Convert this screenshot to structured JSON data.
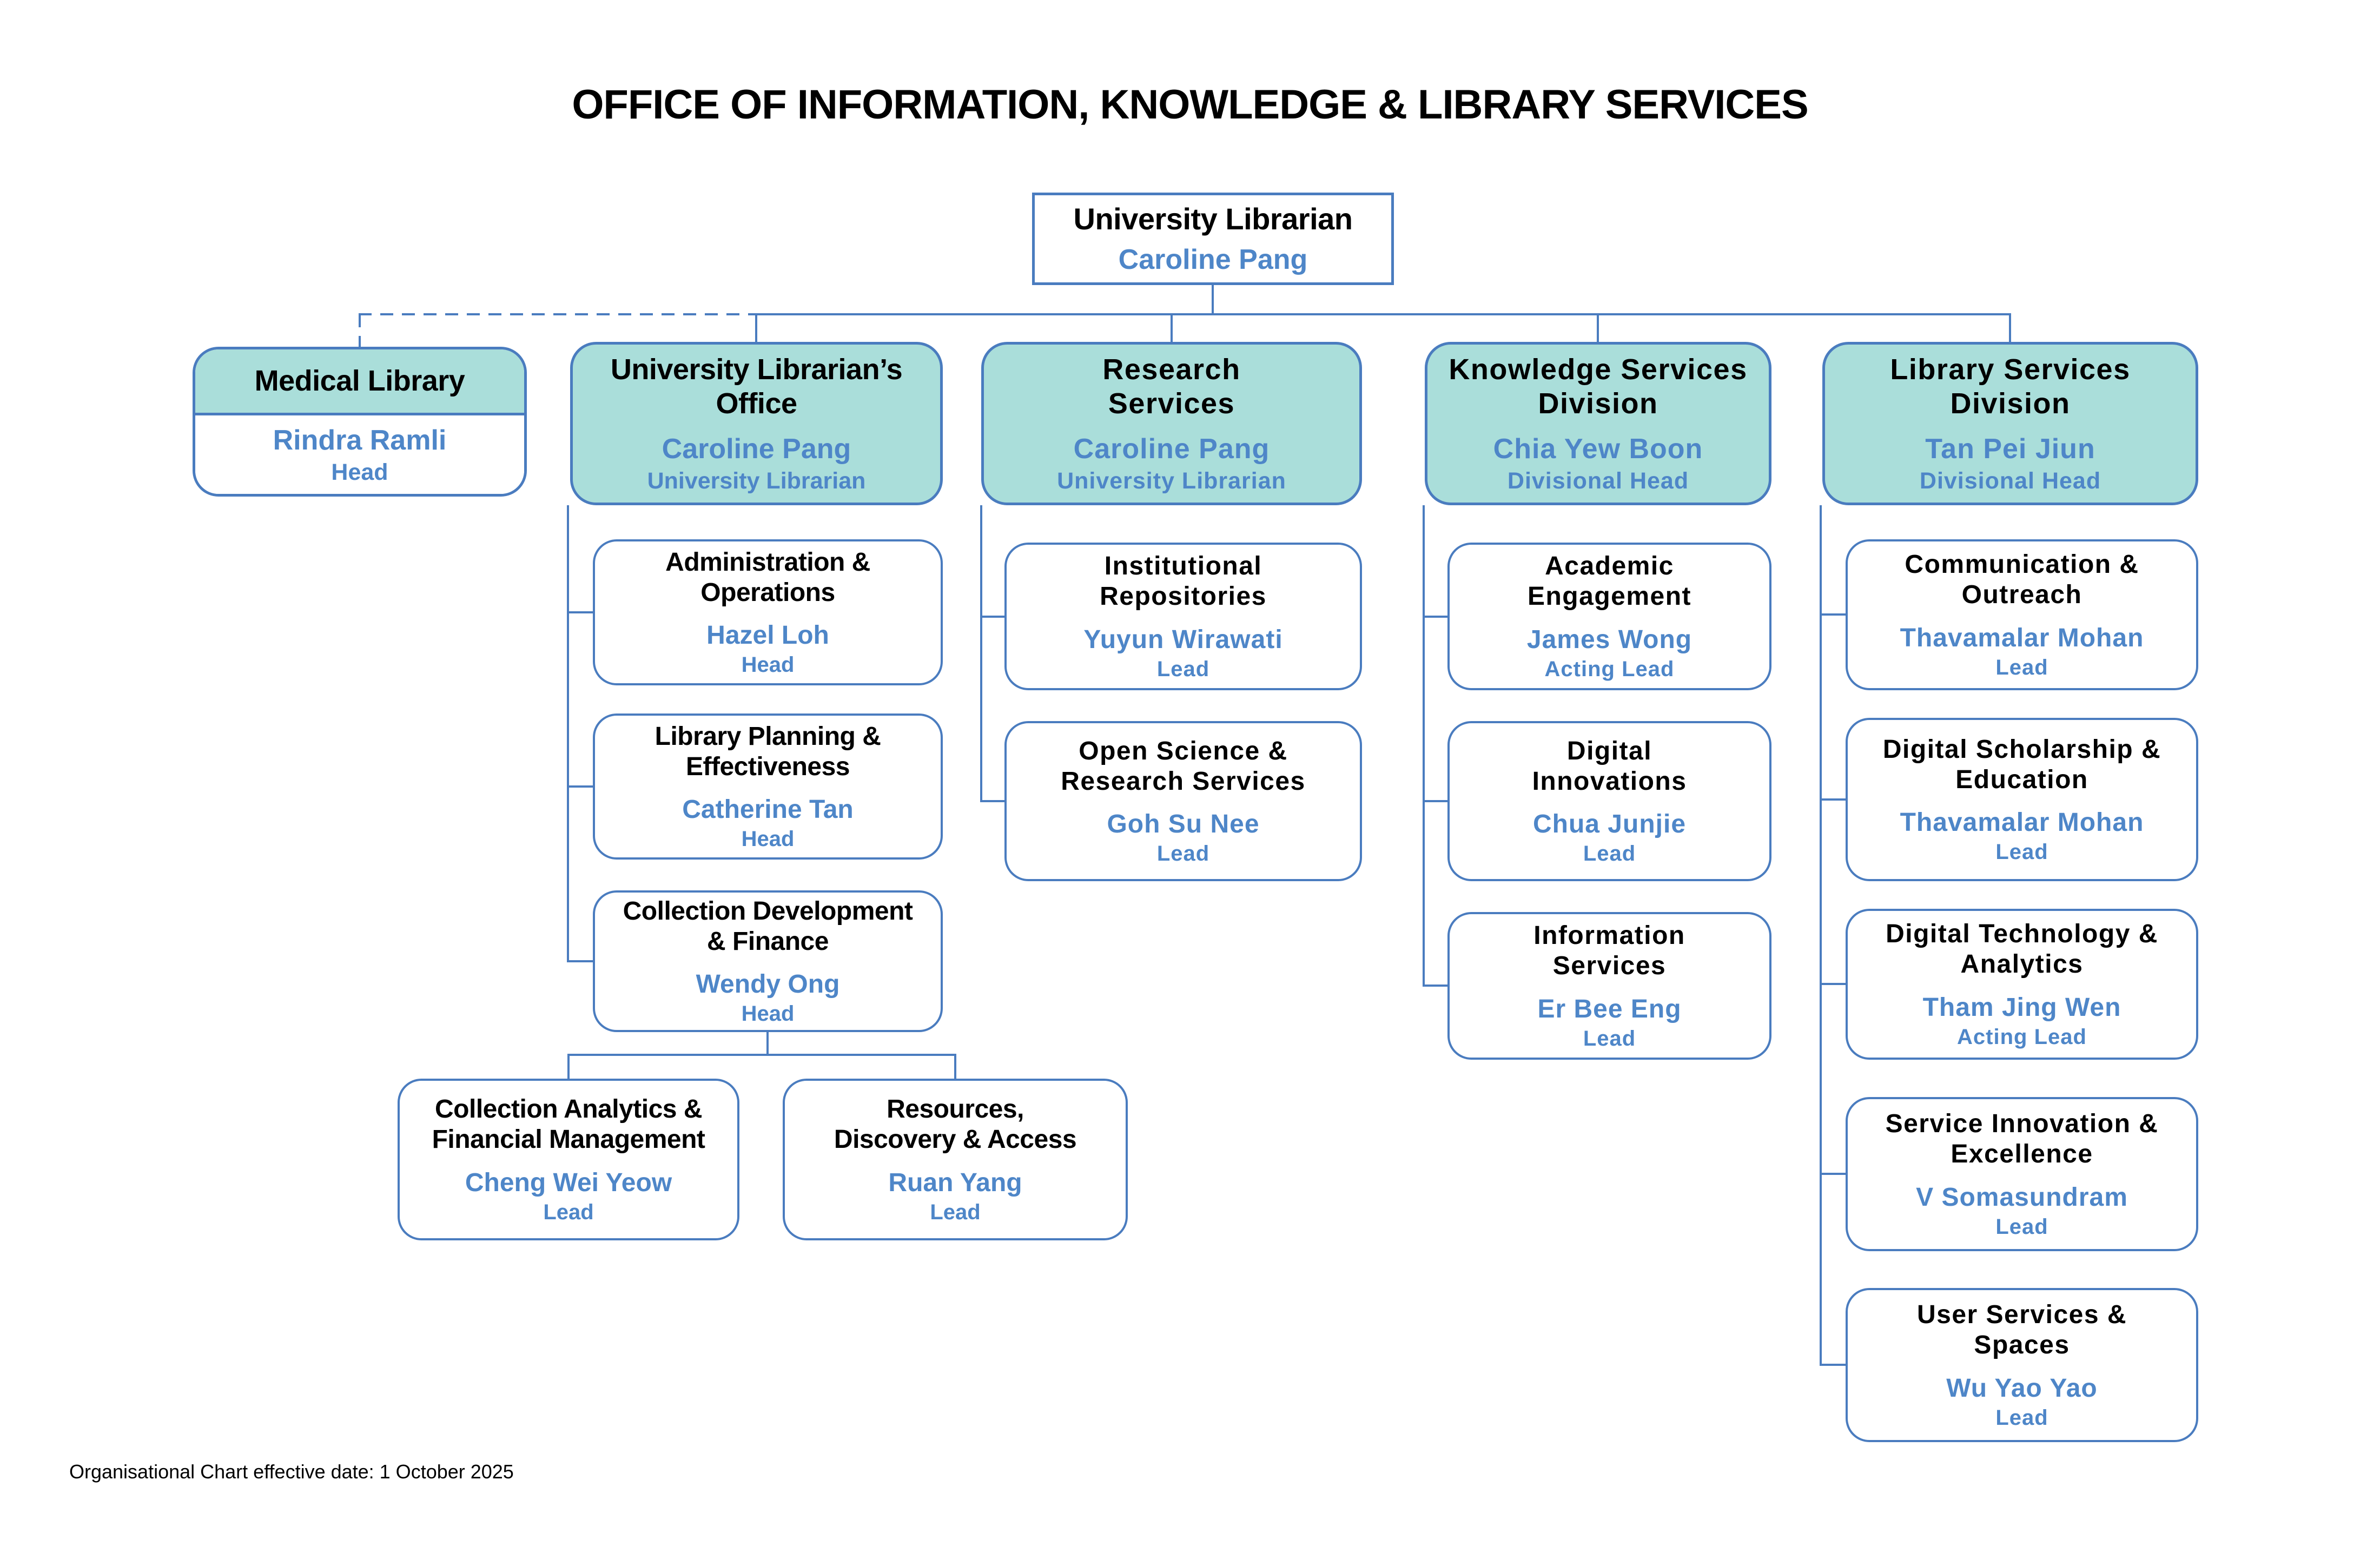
{
  "page": {
    "title": "OFFICE OF INFORMATION, KNOWLEDGE & LIBRARY SERVICES",
    "footnote": "Organisational Chart effective date: 1 October 2025"
  },
  "colors": {
    "teal_fill": "#AADEDA",
    "line_blue": "#4A7CBF",
    "text_blue": "#4E86C8",
    "text_black": "#000000"
  },
  "org": {
    "root": {
      "title_lines": [
        "University Librarian"
      ],
      "name": "Caroline Pang"
    },
    "medical_library": {
      "title_lines": [
        "Medical Library"
      ],
      "name": "Rindra Ramli",
      "role": "Head"
    },
    "columns": [
      {
        "header": {
          "title_lines": [
            "University Librarian’s",
            "Office"
          ],
          "name": "Caroline Pang",
          "role": "University Librarian"
        },
        "children": [
          {
            "title_lines": [
              "Administration &",
              "Operations"
            ],
            "name": "Hazel Loh",
            "role": "Head"
          },
          {
            "title_lines": [
              "Library Planning &",
              "Effectiveness"
            ],
            "name": "Catherine Tan",
            "role": "Head"
          },
          {
            "title_lines": [
              "Collection Development",
              "& Finance"
            ],
            "name": "Wendy Ong",
            "role": "Head",
            "children": [
              {
                "title_lines": [
                  "Collection Analytics &",
                  "Financial Management"
                ],
                "name": "Cheng Wei Yeow",
                "role": "Lead"
              },
              {
                "title_lines": [
                  "Resources,",
                  "Discovery & Access"
                ],
                "name": "Ruan Yang",
                "role": "Lead"
              }
            ]
          }
        ]
      },
      {
        "header": {
          "title_lines": [
            "Research",
            "Services"
          ],
          "name": "Caroline Pang",
          "role": "University Librarian"
        },
        "children": [
          {
            "title_lines": [
              "Institutional",
              "Repositories"
            ],
            "name": "Yuyun Wirawati",
            "role": "Lead"
          },
          {
            "title_lines": [
              "Open Science &",
              "Research Services"
            ],
            "name": "Goh Su Nee",
            "role": "Lead"
          }
        ]
      },
      {
        "header": {
          "title_lines": [
            "Knowledge Services",
            "Division"
          ],
          "name": "Chia Yew Boon",
          "role": "Divisional Head"
        },
        "children": [
          {
            "title_lines": [
              "Academic",
              "Engagement"
            ],
            "name": "James Wong",
            "role": "Acting Lead"
          },
          {
            "title_lines": [
              "Digital",
              "Innovations"
            ],
            "name": "Chua Junjie",
            "role": "Lead"
          },
          {
            "title_lines": [
              "Information",
              "Services"
            ],
            "name": "Er Bee Eng",
            "role": "Lead"
          }
        ]
      },
      {
        "header": {
          "title_lines": [
            "Library Services",
            "Division"
          ],
          "name": "Tan Pei Jiun",
          "role": "Divisional Head"
        },
        "children": [
          {
            "title_lines": [
              "Communication &",
              "Outreach"
            ],
            "name": "Thavamalar Mohan",
            "role": "Lead"
          },
          {
            "title_lines": [
              "Digital Scholarship &",
              "Education"
            ],
            "name": "Thavamalar Mohan",
            "role": "Lead"
          },
          {
            "title_lines": [
              "Digital Technology &",
              "Analytics"
            ],
            "name": "Tham Jing Wen",
            "role": "Acting Lead"
          },
          {
            "title_lines": [
              "Service Innovation &",
              "Excellence"
            ],
            "name": "V Somasundram",
            "role": "Lead"
          },
          {
            "title_lines": [
              "User Services &",
              "Spaces"
            ],
            "name": "Wu Yao Yao",
            "role": "Lead"
          }
        ]
      }
    ]
  }
}
